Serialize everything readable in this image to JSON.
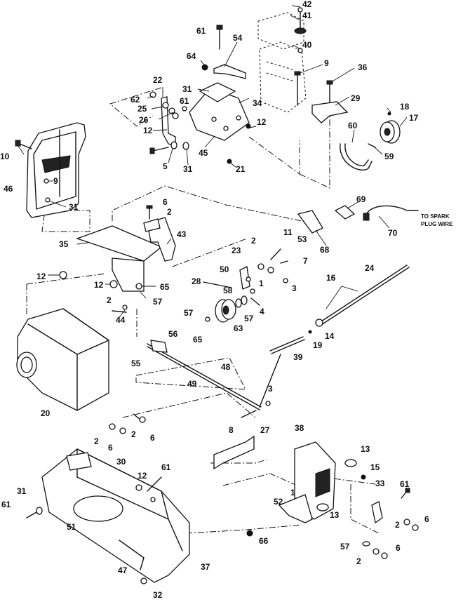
{
  "diagram": {
    "note_lines": [
      "TO SPARK",
      "PLUG WIRE"
    ],
    "callouts": [
      {
        "id": "c1",
        "text": "42"
      },
      {
        "id": "c2",
        "text": "41"
      },
      {
        "id": "c3",
        "text": "61"
      },
      {
        "id": "c4",
        "text": "54"
      },
      {
        "id": "c5",
        "text": "40"
      },
      {
        "id": "c6",
        "text": "64"
      },
      {
        "id": "c7",
        "text": "9"
      },
      {
        "id": "c8",
        "text": "36"
      },
      {
        "id": "c9",
        "text": "22"
      },
      {
        "id": "c10",
        "text": "62"
      },
      {
        "id": "c11",
        "text": "31"
      },
      {
        "id": "c12",
        "text": "29"
      },
      {
        "id": "c13",
        "text": "25"
      },
      {
        "id": "c14",
        "text": "61"
      },
      {
        "id": "c15",
        "text": "34"
      },
      {
        "id": "c16",
        "text": "18"
      },
      {
        "id": "c17",
        "text": "17"
      },
      {
        "id": "c18",
        "text": "26"
      },
      {
        "id": "c19",
        "text": "12"
      },
      {
        "id": "c20",
        "text": "12"
      },
      {
        "id": "c21",
        "text": "60"
      },
      {
        "id": "c22",
        "text": "10"
      },
      {
        "id": "c23",
        "text": "45"
      },
      {
        "id": "c24",
        "text": "59"
      },
      {
        "id": "c25",
        "text": "5"
      },
      {
        "id": "c26",
        "text": "31"
      },
      {
        "id": "c27",
        "text": "21"
      },
      {
        "id": "c28",
        "text": "9"
      },
      {
        "id": "c29",
        "text": "46"
      },
      {
        "id": "c30",
        "text": "6"
      },
      {
        "id": "c31",
        "text": "69"
      },
      {
        "id": "c32",
        "text": "31"
      },
      {
        "id": "c33",
        "text": "2"
      },
      {
        "id": "c34",
        "text": "43"
      },
      {
        "id": "c35",
        "text": "70"
      },
      {
        "id": "c36",
        "text": "35"
      },
      {
        "id": "c37",
        "text": "11"
      },
      {
        "id": "c38",
        "text": "2"
      },
      {
        "id": "c39",
        "text": "53"
      },
      {
        "id": "c40",
        "text": "68"
      },
      {
        "id": "c41",
        "text": "23"
      },
      {
        "id": "c42",
        "text": "7"
      },
      {
        "id": "c43",
        "text": "12"
      },
      {
        "id": "c44",
        "text": "50"
      },
      {
        "id": "c45",
        "text": "24"
      },
      {
        "id": "c46",
        "text": "28"
      },
      {
        "id": "c47",
        "text": "1"
      },
      {
        "id": "c48",
        "text": "3"
      },
      {
        "id": "c49",
        "text": "12"
      },
      {
        "id": "c50",
        "text": "65"
      },
      {
        "id": "c51",
        "text": "58"
      },
      {
        "id": "c52",
        "text": "16"
      },
      {
        "id": "c53",
        "text": "57"
      },
      {
        "id": "c54",
        "text": "2"
      },
      {
        "id": "c55",
        "text": "4"
      },
      {
        "id": "c56",
        "text": "57"
      },
      {
        "id": "c57",
        "text": "44"
      },
      {
        "id": "c58",
        "text": "57"
      },
      {
        "id": "c59",
        "text": "63"
      },
      {
        "id": "c60",
        "text": "14"
      },
      {
        "id": "c61",
        "text": "65"
      },
      {
        "id": "c62",
        "text": "19"
      },
      {
        "id": "c63",
        "text": "56"
      },
      {
        "id": "c64",
        "text": "39"
      },
      {
        "id": "c65",
        "text": "55"
      },
      {
        "id": "c66",
        "text": "48"
      },
      {
        "id": "c67",
        "text": "49"
      },
      {
        "id": "c68",
        "text": "3"
      },
      {
        "id": "c69",
        "text": "20"
      },
      {
        "id": "c70",
        "text": "2"
      },
      {
        "id": "c71",
        "text": "6"
      },
      {
        "id": "c72",
        "text": "2"
      },
      {
        "id": "c73",
        "text": "6"
      },
      {
        "id": "c74",
        "text": "8"
      },
      {
        "id": "c75",
        "text": "27"
      },
      {
        "id": "c76",
        "text": "38"
      },
      {
        "id": "c77",
        "text": "13"
      },
      {
        "id": "c78",
        "text": "30"
      },
      {
        "id": "c79",
        "text": "15"
      },
      {
        "id": "c80",
        "text": "61"
      },
      {
        "id": "c81",
        "text": "12"
      },
      {
        "id": "c82",
        "text": "33"
      },
      {
        "id": "c83",
        "text": "61"
      },
      {
        "id": "c84",
        "text": "1"
      },
      {
        "id": "c85",
        "text": "52"
      },
      {
        "id": "c86",
        "text": "31"
      },
      {
        "id": "c87",
        "text": "61"
      },
      {
        "id": "c88",
        "text": "13"
      },
      {
        "id": "c89",
        "text": "2"
      },
      {
        "id": "c90",
        "text": "6"
      },
      {
        "id": "c91",
        "text": "51"
      },
      {
        "id": "c92",
        "text": "66"
      },
      {
        "id": "c93",
        "text": "57"
      },
      {
        "id": "c94",
        "text": "6"
      },
      {
        "id": "c95",
        "text": "2"
      },
      {
        "id": "c96",
        "text": "37"
      },
      {
        "id": "c97",
        "text": "47"
      },
      {
        "id": "c98",
        "text": "32"
      }
    ]
  }
}
